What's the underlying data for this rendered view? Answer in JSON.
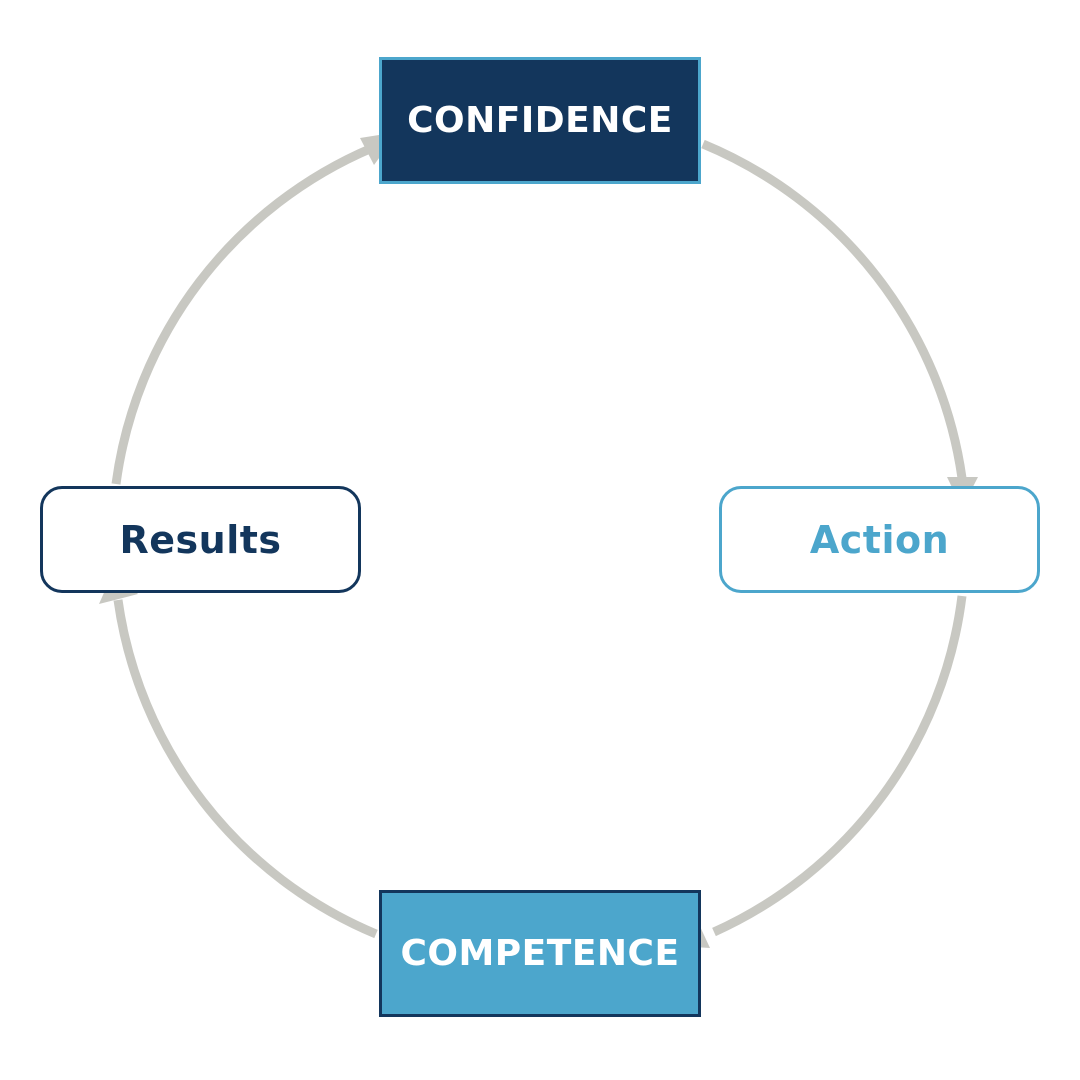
{
  "diagram": {
    "type": "cycle",
    "nodes": [
      {
        "id": "confidence",
        "label": "CONFIDENCE"
      },
      {
        "id": "action",
        "label": "Action"
      },
      {
        "id": "competence",
        "label": "COMPETENCE"
      },
      {
        "id": "results",
        "label": "Results"
      }
    ],
    "edges": [
      {
        "from": "confidence",
        "to": "action"
      },
      {
        "from": "action",
        "to": "competence"
      },
      {
        "from": "competence",
        "to": "results"
      },
      {
        "from": "results",
        "to": "confidence"
      }
    ]
  },
  "colors": {
    "navy": "#13365c",
    "sky": "#4ca6cc",
    "arrow": "#c8c8c2",
    "background": "#ffffff"
  }
}
